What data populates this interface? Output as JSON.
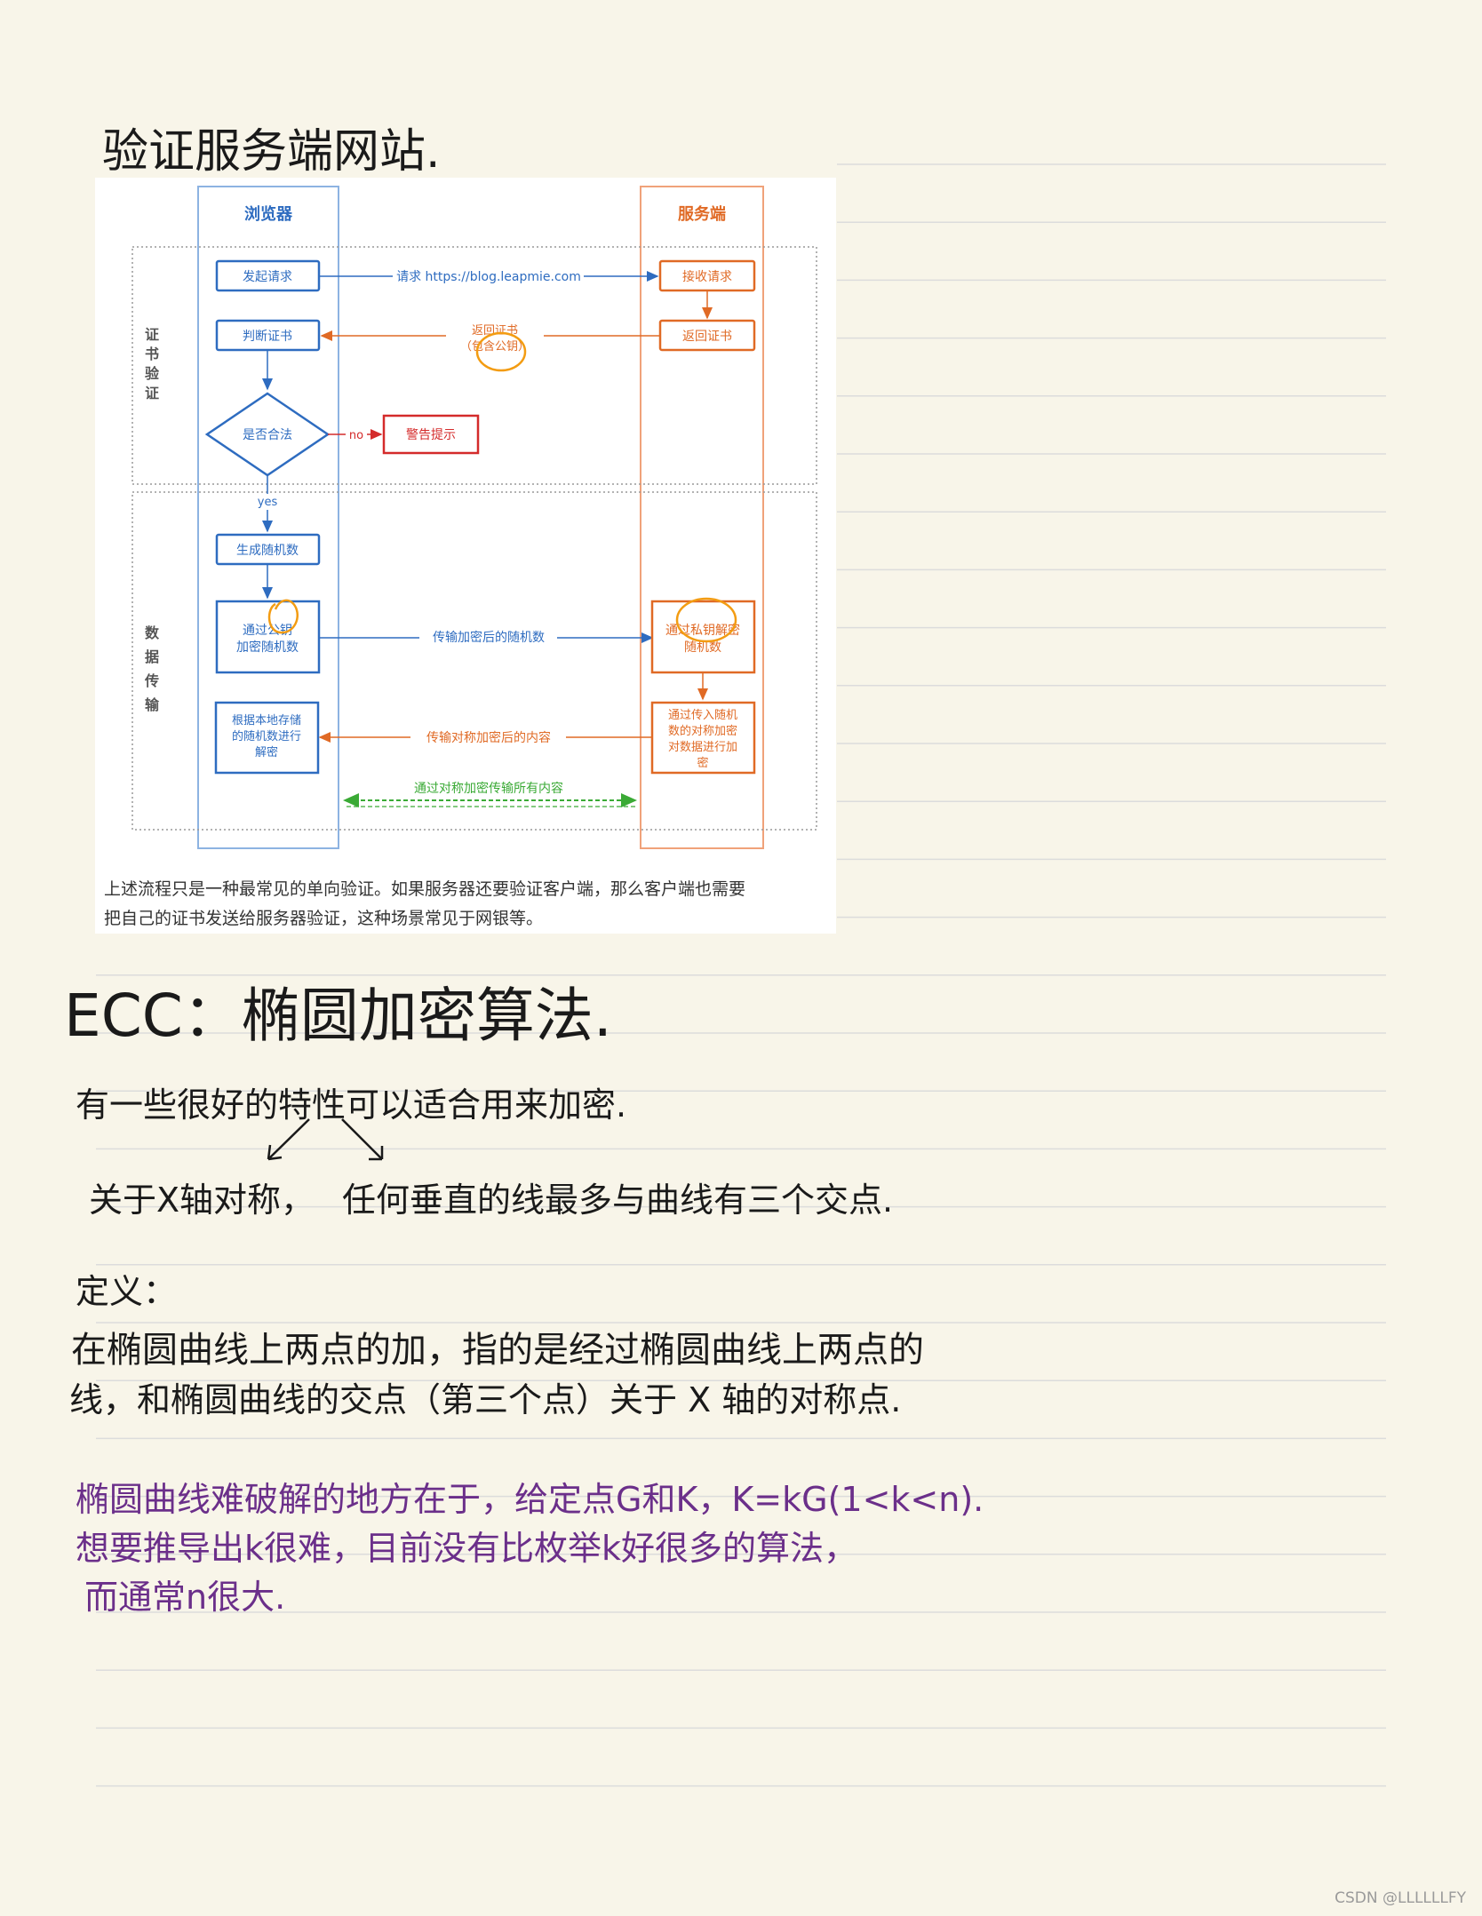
{
  "heading_verify": "验证服务端网站.",
  "figure": {
    "browser_header": "浏览器",
    "server_header": "服务端",
    "section_cert": "证书验证",
    "section_data": "数据传输",
    "send_request": "发起请求",
    "request_label": "请求 https://blog.leapmie.com",
    "receive_request": "接收请求",
    "check_cert": "判断证书",
    "return_cert_label_1": "返回证书",
    "return_cert_label_2": "（包含公钥）",
    "return_cert": "返回证书",
    "is_valid": "是否合法",
    "no_label": "no",
    "warning": "警告提示",
    "yes_label": "yes",
    "gen_random": "生成随机数",
    "encrypt_pub_1": "通过公钥",
    "encrypt_pub_2": "加密随机数",
    "send_encrypted_label": "传输加密后的随机数",
    "decrypt_priv_1": "通过私钥解密",
    "decrypt_priv_2": "随机数",
    "sym_encrypt_1": "通过传入随机",
    "sym_encrypt_2": "数的对称加密",
    "sym_encrypt_3": "对数据进行加",
    "sym_encrypt_4": "密",
    "send_sym_label": "传输对称加密后的内容",
    "local_decrypt_1": "根据本地存储",
    "local_decrypt_2": "的随机数进行",
    "local_decrypt_3": "解密",
    "sym_all_label": "通过对称加密传输所有内容",
    "caption_line1": "上述流程只是一种最常见的单向验证。如果服务器还要验证客户端，那么客户端也需要",
    "caption_line2": "把自己的证书发送给服务器验证，这种场景常见于网银等。"
  },
  "heading_ecc": "ECC：椭圆加密算法.",
  "line_properties": "有一些很好的特性可以适合用来加密.",
  "line_symmetry": "关于X轴对称，",
  "line_intersect": "任何垂直的线最多与曲线有三个交点.",
  "definition_label": "定义：",
  "definition_line1": "在椭圆曲线上两点的加，指的是经过椭圆曲线上两点的",
  "definition_line2": "线，和椭圆曲线的交点（第三个点）关于 X 轴的对称点.",
  "hard_line1": "椭圆曲线难破解的地方在于，给定点G和K，K=kG(1<k<n).",
  "hard_line2": "想要推导出k很难，目前没有比枚举k好很多的算法，",
  "hard_line3": "而通常n很大.",
  "watermark": "CSDN @LLLLLLFY",
  "colors": {
    "paper": "#f8f5e9",
    "ink": "#1a1a1a",
    "purple_ink": "#6b2f8a",
    "browser_blue": "#2e6cc0",
    "server_orange": "#e06a25",
    "warn_red": "#d42b2b",
    "green_dashed": "#3aaa35",
    "circle_marker": "#f39c12"
  }
}
